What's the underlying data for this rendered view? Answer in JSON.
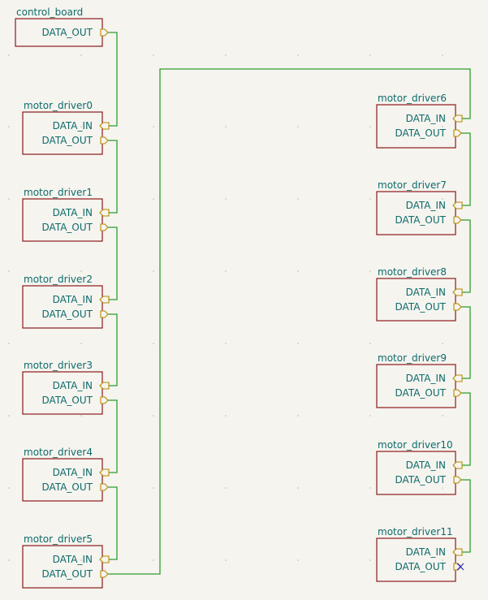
{
  "sheets": [
    {
      "name": "control_board",
      "pins": [
        "DATA_OUT"
      ]
    },
    {
      "name": "motor_driver0",
      "pins": [
        "DATA_IN",
        "DATA_OUT"
      ]
    },
    {
      "name": "motor_driver1",
      "pins": [
        "DATA_IN",
        "DATA_OUT"
      ]
    },
    {
      "name": "motor_driver2",
      "pins": [
        "DATA_IN",
        "DATA_OUT"
      ]
    },
    {
      "name": "motor_driver3",
      "pins": [
        "DATA_IN",
        "DATA_OUT"
      ]
    },
    {
      "name": "motor_driver4",
      "pins": [
        "DATA_IN",
        "DATA_OUT"
      ]
    },
    {
      "name": "motor_driver5",
      "pins": [
        "DATA_IN",
        "DATA_OUT"
      ]
    },
    {
      "name": "motor_driver6",
      "pins": [
        "DATA_IN",
        "DATA_OUT"
      ]
    },
    {
      "name": "motor_driver7",
      "pins": [
        "DATA_IN",
        "DATA_OUT"
      ]
    },
    {
      "name": "motor_driver8",
      "pins": [
        "DATA_IN",
        "DATA_OUT"
      ]
    },
    {
      "name": "motor_driver9",
      "pins": [
        "DATA_IN",
        "DATA_OUT"
      ]
    },
    {
      "name": "motor_driver10",
      "pins": [
        "DATA_IN",
        "DATA_OUT"
      ]
    },
    {
      "name": "motor_driver11",
      "pins": [
        "DATA_IN",
        "DATA_OUT"
      ]
    }
  ],
  "connections": [
    [
      "control_board",
      "motor_driver0"
    ],
    [
      "motor_driver0",
      "motor_driver1"
    ],
    [
      "motor_driver1",
      "motor_driver2"
    ],
    [
      "motor_driver2",
      "motor_driver3"
    ],
    [
      "motor_driver3",
      "motor_driver4"
    ],
    [
      "motor_driver4",
      "motor_driver5"
    ],
    [
      "motor_driver5",
      "motor_driver6"
    ],
    [
      "motor_driver6",
      "motor_driver7"
    ],
    [
      "motor_driver7",
      "motor_driver8"
    ],
    [
      "motor_driver8",
      "motor_driver9"
    ],
    [
      "motor_driver9",
      "motor_driver10"
    ],
    [
      "motor_driver10",
      "motor_driver11"
    ]
  ],
  "unconnected_pins": [
    {
      "sheet": "motor_driver11",
      "pin": "DATA_OUT"
    }
  ],
  "colors": {
    "background": "#f5f4ef",
    "sheet_border": "#8b1a1a",
    "label_text": "#0e6b6b",
    "pin_outline": "#b58a00",
    "wire": "#2f9e2f",
    "no_connect": "#2a2ad0"
  }
}
